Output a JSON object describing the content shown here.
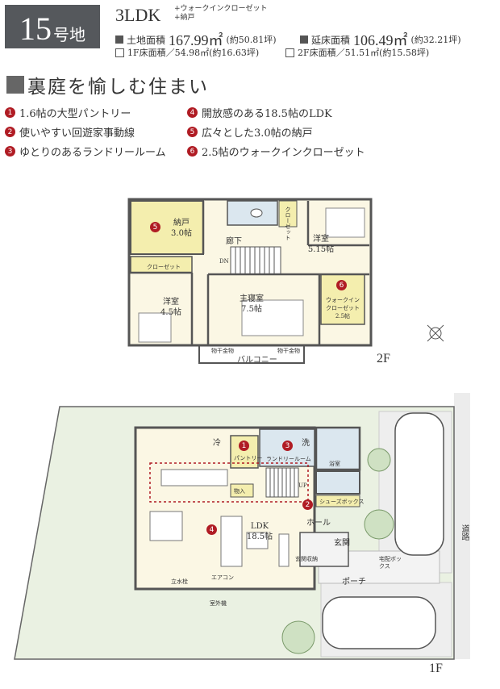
{
  "header": {
    "lot_number": "15",
    "lot_suffix": "号地",
    "plan_type": "3LDK",
    "plan_extra_1": "+ウォークインクローゼット",
    "plan_extra_2": "+納戸"
  },
  "specs": {
    "land_label": "土地面積",
    "land_value": "167.99㎡",
    "land_tsubo": "(約50.81坪)",
    "floor_total_label": "延床面積",
    "floor_total_value": "106.49㎡",
    "floor_total_tsubo": "(約32.21坪)",
    "floor1": "1F床面積／54.98㎡(約16.63坪)",
    "floor2": "2F床面積／51.51㎡(約15.58坪)"
  },
  "headline": "裏庭を愉しむ住まい",
  "features": [
    {
      "no": "1",
      "text": "1.6帖の大型パントリー"
    },
    {
      "no": "2",
      "text": "使いやすい回遊家事動線"
    },
    {
      "no": "3",
      "text": "ゆとりのあるランドリールーム"
    },
    {
      "no": "4",
      "text": "開放感のある18.5帖のLDK"
    },
    {
      "no": "5",
      "text": "広々とした3.0帖の納戸"
    },
    {
      "no": "6",
      "text": "2.5帖のウォークインクローゼット"
    }
  ],
  "floor2": {
    "label": "2F",
    "storage_name": "納戸",
    "storage_size": "3.0帖",
    "closet": "クローゼット",
    "hall": "廊下",
    "dn": "DN",
    "room_west_name": "洋室",
    "room_west_size": "4.5帖",
    "room_east_name": "洋室",
    "room_east_size": "5.15帖",
    "master_name": "主寝室",
    "master_size": "7.5帖",
    "wic_name": "ウォークイン",
    "wic_name2": "クローゼット",
    "wic_size": "2.5帖",
    "closet_east": "クローゼット",
    "drying_left": "物干金物",
    "drying_right": "物干金物",
    "balcony": "バルコニー"
  },
  "floor1": {
    "label": "1F",
    "pantry": "パントリー",
    "laundry": "ランドリールーム",
    "wash": "洗",
    "refrigerator": "冷",
    "bath": "浴室",
    "storage": "物入",
    "shoe_box": "シューズボックス",
    "up": "UP",
    "hall": "ホール",
    "ldk_name": "LDK",
    "ldk_size": "18.5帖",
    "entrance": "玄関",
    "entrance_storage": "玄関収納",
    "porch": "ポーチ",
    "delivery_box": "宅配ボックス",
    "aircon": "エアコン",
    "faucet": "立水栓",
    "outdoor_unit": "室外機",
    "road": "道路"
  },
  "colors": {
    "badge": "#55585c",
    "marker": "#b01c24",
    "yellow": "#f4eeae",
    "room": "#fbf7e4",
    "wet": "#dbe7ef",
    "garden": "#eaf1e2",
    "paving": "#eeeeee",
    "wall": "#555555"
  }
}
